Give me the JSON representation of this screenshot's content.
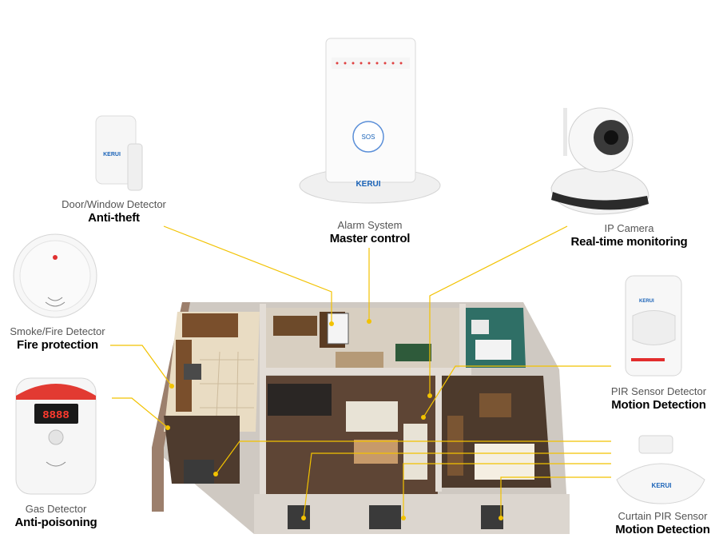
{
  "devices": {
    "door": {
      "title": "Door/Window Detector",
      "feature": "Anti-theft"
    },
    "alarm": {
      "title": "Alarm System",
      "feature": "Master control"
    },
    "camera": {
      "title": "IP Camera",
      "feature": "Real-time monitoring"
    },
    "smoke": {
      "title": "Smoke/Fire Detector",
      "feature": "Fire protection"
    },
    "pir": {
      "title": "PIR Sensor Detector",
      "feature": "Motion Detection"
    },
    "gas": {
      "title": "Gas Detector",
      "feature": "Anti-poisoning"
    },
    "curtain": {
      "title": "Curtain PIR Sensor",
      "feature": "Motion Detection"
    }
  },
  "brand": "KERUI",
  "sos_label": "SOS",
  "gas_display": "8888",
  "colors": {
    "callout": "#f2c200",
    "wall": "#d9d4ce",
    "floor": "#5a4334",
    "tile": "#e6d8bf",
    "bath": "#2f6f66"
  }
}
